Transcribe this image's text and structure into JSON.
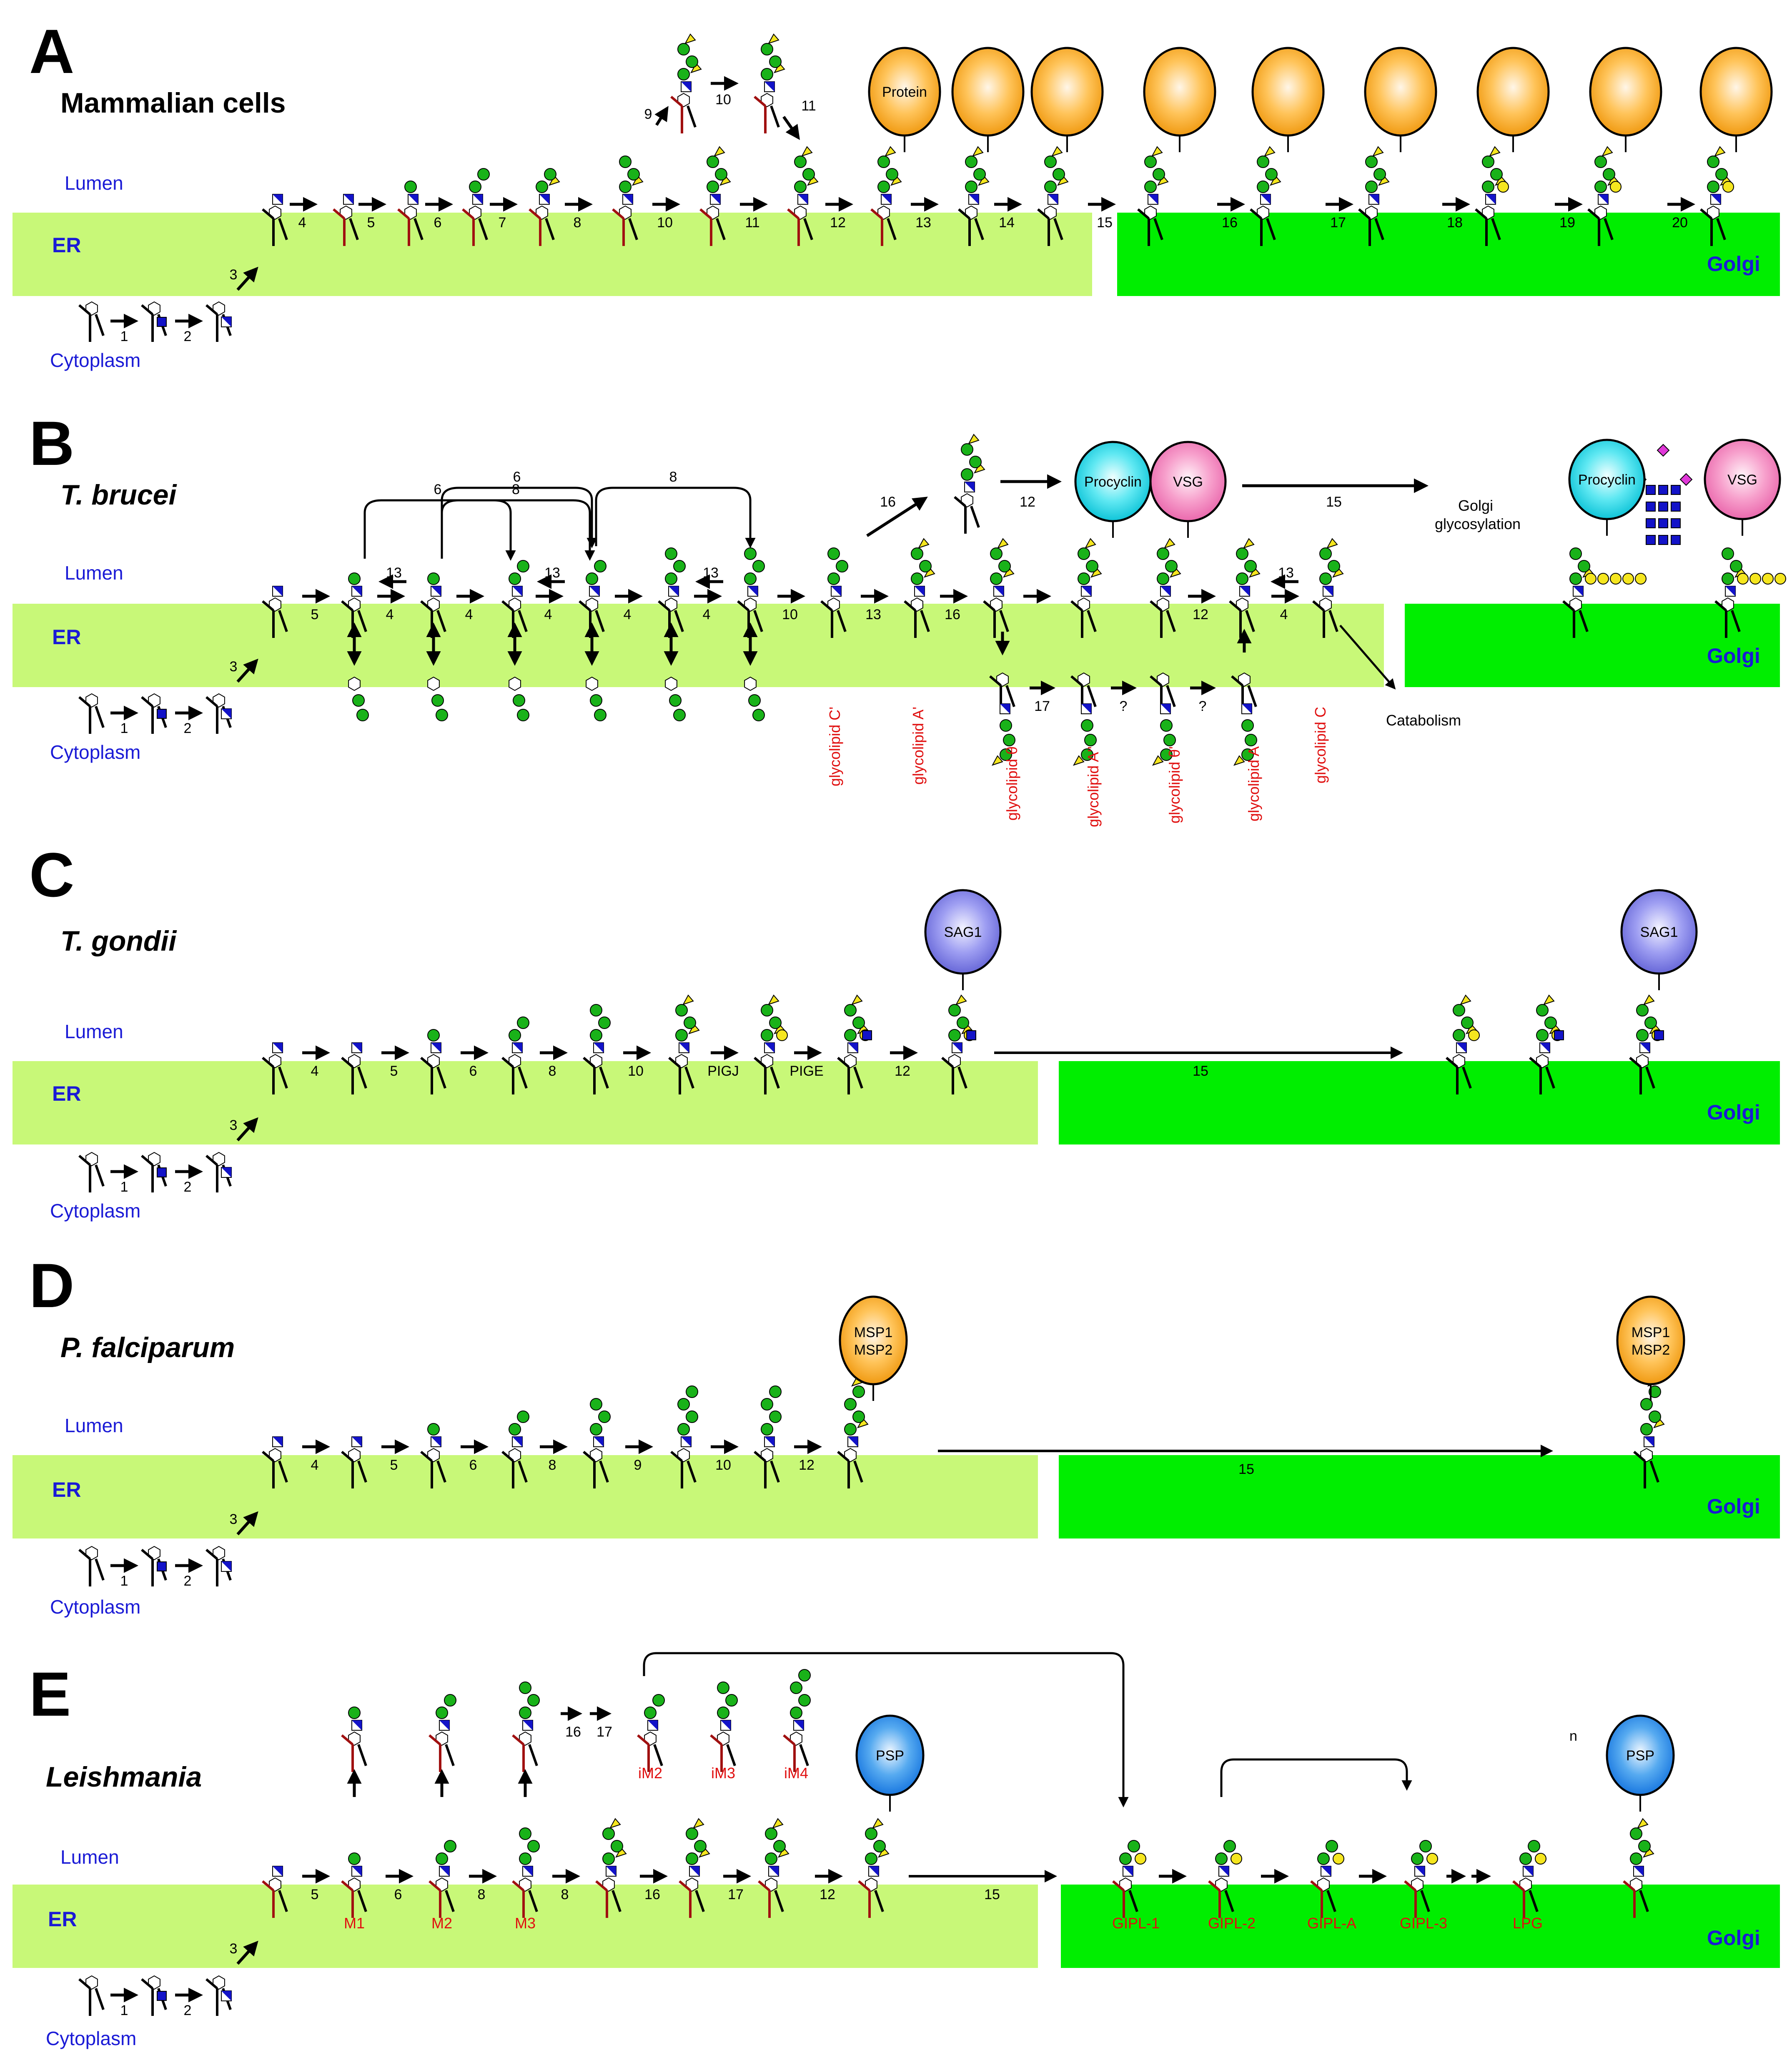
{
  "compartments": {
    "lumen": "Lumen",
    "er": "ER",
    "cytoplasm": "Cytoplasm",
    "golgi": "Golgi"
  },
  "panels": [
    {
      "letter": "A",
      "organism": "Mammalian cells",
      "italic": false,
      "proteins": [
        {
          "label": "Protein",
          "color": "orange"
        },
        {
          "label": "",
          "color": "orange"
        },
        {
          "label": "",
          "color": "orange"
        },
        {
          "label": "",
          "color": "orange"
        },
        {
          "label": "",
          "color": "orange"
        },
        {
          "label": "",
          "color": "orange"
        },
        {
          "label": "",
          "color": "orange"
        },
        {
          "label": "",
          "color": "orange"
        },
        {
          "label": "",
          "color": "orange"
        }
      ],
      "cyto_steps": [
        "1",
        "2",
        "3"
      ],
      "er_steps": [
        "4",
        "5",
        "6",
        "7",
        "8",
        "10",
        "11",
        "12",
        "13",
        "14"
      ],
      "side_steps": [
        "9",
        "10",
        "11"
      ],
      "transfer_step": "15",
      "golgi_steps": [
        "16",
        "17",
        "18",
        "19",
        "20"
      ]
    },
    {
      "letter": "B",
      "organism": "T. brucei",
      "italic": true,
      "proteins": [
        {
          "label": "Procyclin",
          "color": "cyan"
        },
        {
          "label": "VSG",
          "color": "pink"
        },
        {
          "label": "Procyclin",
          "color": "cyan"
        },
        {
          "label": "VSG",
          "color": "pink"
        }
      ],
      "cyto_steps": [
        "1",
        "2",
        "3"
      ],
      "er_steps": [
        "5",
        "13",
        "4",
        "13",
        "4",
        "13",
        "4",
        "10",
        "13",
        "16",
        "12",
        "13",
        "4"
      ],
      "loop_steps": [
        "6",
        "8",
        "6",
        "8"
      ],
      "side_steps": [
        "16",
        "12",
        "17",
        "?",
        "?"
      ],
      "transfer_step": "15",
      "golgi_note": "Golgi glycosylation",
      "catabolism": "Catabolism",
      "glycolipids": [
        "glycolipid C'",
        "glycolipid A'",
        "glycolipid θ",
        "glycolipid A''",
        "glycolipid θ'",
        "glycolipid A",
        "glycolipid C"
      ]
    },
    {
      "letter": "C",
      "organism": "T. gondii",
      "italic": true,
      "proteins": [
        {
          "label": "SAG1",
          "color": "purple"
        },
        {
          "label": "SAG1",
          "color": "purple"
        }
      ],
      "cyto_steps": [
        "1",
        "2",
        "3"
      ],
      "er_steps": [
        "4",
        "5",
        "6",
        "8",
        "10",
        "PIGJ",
        "PIGE",
        "12"
      ],
      "transfer_step": "15"
    },
    {
      "letter": "D",
      "organism": "P. falciparum",
      "italic": true,
      "proteins": [
        {
          "label": "MSP1 MSP2",
          "color": "orange"
        },
        {
          "label": "MSP1 MSP2",
          "color": "orange"
        }
      ],
      "cyto_steps": [
        "1",
        "2",
        "3"
      ],
      "er_steps": [
        "4",
        "5",
        "6",
        "8",
        "9",
        "10",
        "12"
      ],
      "transfer_step": "15"
    },
    {
      "letter": "E",
      "organism": "Leishmania",
      "italic": true,
      "proteins": [
        {
          "label": "PSP",
          "color": "blue"
        },
        {
          "label": "PSP",
          "color": "blue"
        }
      ],
      "cyto_steps": [
        "1",
        "2",
        "3"
      ],
      "er_steps": [
        "5",
        "6",
        "8",
        "8",
        "16",
        "17",
        "12"
      ],
      "side_steps": [
        "16",
        "17"
      ],
      "transfer_step": "15",
      "er_labels": [
        "M1",
        "M2",
        "M3"
      ],
      "side_labels": [
        "iM2",
        "iM3",
        "iM4"
      ],
      "golgi_labels": [
        "GIPL-1",
        "GIPL-2",
        "GIPL-A",
        "GIPL-3",
        "LPG"
      ],
      "repeat_mark": "n"
    }
  ],
  "colors": {
    "er": "#c8f878",
    "golgi": "#00ee00",
    "man": "#19b219",
    "gal": "#f5e61f",
    "glcnac_blue": "#1313c8",
    "label_red": "#e01010",
    "text_blue": "#1a1ad6",
    "sialic": "#e038d8"
  }
}
